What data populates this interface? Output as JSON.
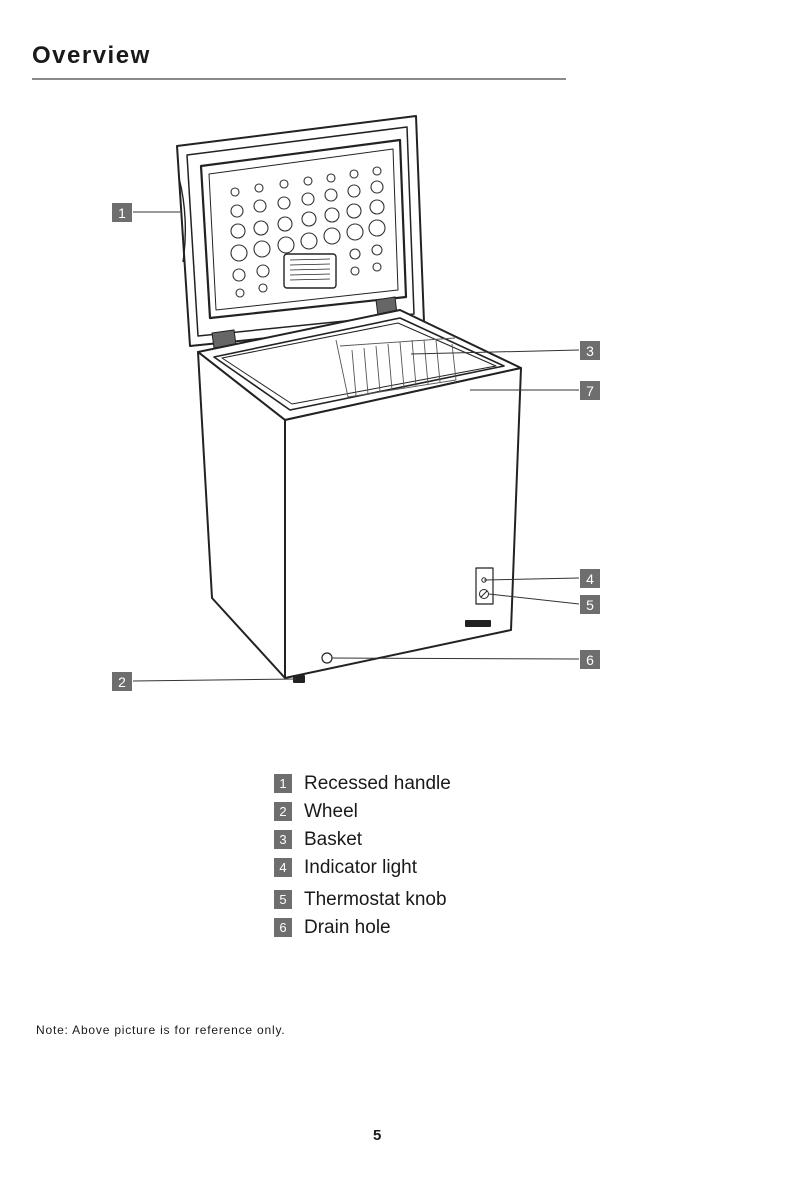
{
  "page": {
    "title": "Overview",
    "note": "Note: Above picture is for reference only.",
    "page_number": "5"
  },
  "diagram": {
    "callouts": [
      "1",
      "2",
      "3",
      "4",
      "5",
      "6",
      "7"
    ]
  },
  "legend": [
    {
      "num": "1",
      "label": "Recessed handle"
    },
    {
      "num": "2",
      "label": "Wheel"
    },
    {
      "num": "3",
      "label": "Basket"
    },
    {
      "num": "4",
      "label": "Indicator light"
    },
    {
      "num": "5",
      "label": "Thermostat knob"
    },
    {
      "num": "6",
      "label": "Drain hole"
    }
  ],
  "colors": {
    "badge": "#6e6e6e",
    "line": "#333333"
  }
}
